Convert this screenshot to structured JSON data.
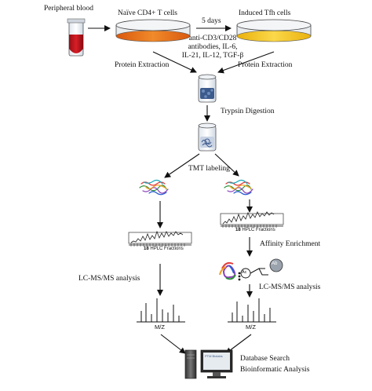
{
  "labels": {
    "peripheral_blood": "Peripheral blood",
    "naive_cells": "Naïve CD4+ T cells",
    "induced_tfh": "Induced Tfh cells",
    "days": "5 days",
    "stim_line1": "anti-CD3/CD28",
    "stim_line2": "antibodies, IL-6,",
    "stim_line3": "IL-21, IL-12, TGF-β",
    "protein_extraction_left": "Protein Extraction",
    "protein_extraction_right": "Protein Extraction",
    "trypsin_digestion": "Trypsin Digestion",
    "tmt_labeling": "TMT labeling",
    "hplc_left_number": "18",
    "hplc_left_text": "HPLC Fractions",
    "hplc_right_number": "18",
    "hplc_right_text": "HPLC Fractions",
    "affinity_enrichment": "Affinity Enrichment",
    "lcms_left": "LC-MS/MS analysis",
    "lcms_right": "LC-MS/MS analysis",
    "mz_left": "M/Z",
    "mz_right": "M/Z",
    "database_search": "Database Search",
    "bioinformatic_analysis": "Bioinformatic Analysis",
    "antibody_text": "Ab",
    "ac_text": "Ac",
    "monitor_text": "PTM Biolabs"
  },
  "colors": {
    "blood": "#c0141c",
    "naive_dish_fill": "#e8731c",
    "tfh_dish_fill": "#f4c21a",
    "arrow": "#111111",
    "tube_content": "#3d5a8c"
  },
  "icons": [
    "blood-tube-icon",
    "petri-dish-icon",
    "sample-tube-icon",
    "peptide-strands-icon",
    "chromatogram-icon",
    "antibody-bead-icon",
    "mass-spectrum-icon",
    "computer-icon"
  ]
}
